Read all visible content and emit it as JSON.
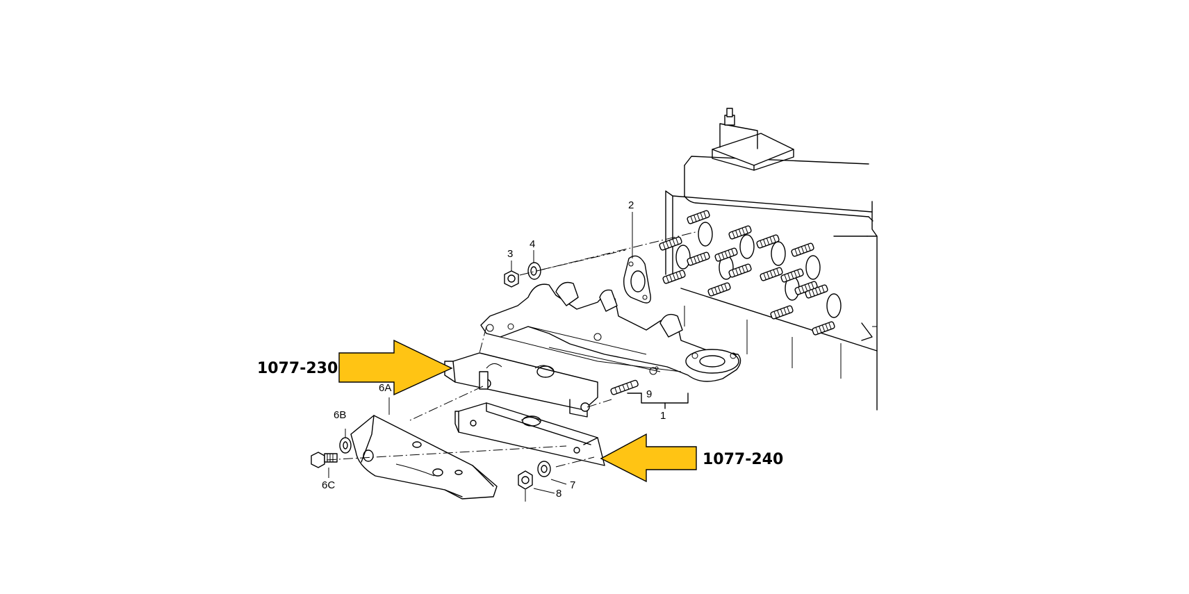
{
  "colors": {
    "arrow_fill": "#FFC414",
    "line": "#000000",
    "background": "#FFFFFF"
  },
  "callouts": [
    {
      "id": "upper",
      "text": "1077-230"
    },
    {
      "id": "lower",
      "text": "1077-240"
    }
  ],
  "part_labels": {
    "p1": "1",
    "p2": "2",
    "p3": "3",
    "p4": "4",
    "p6a": "6A",
    "p6b": "6B",
    "p6c": "6C",
    "p7": "7",
    "p8": "8",
    "p9": "9"
  }
}
